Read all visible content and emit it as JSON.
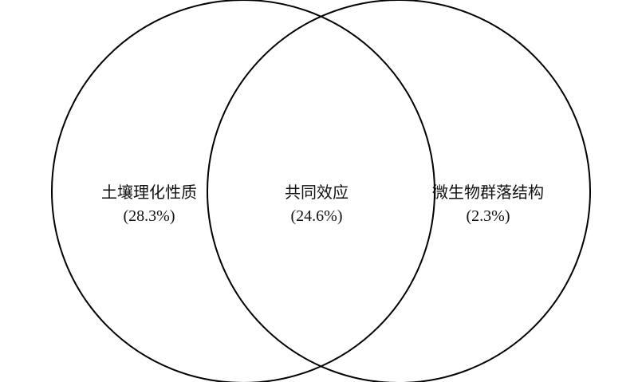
{
  "venn": {
    "sets": [
      {
        "name": "土壤理化性质",
        "value": "(28.3%)"
      },
      {
        "name": "微生物群落结构",
        "value": "(2.3%)"
      }
    ],
    "overlap": {
      "name": "共同效应",
      "value": "(24.6%)"
    },
    "colors": {
      "stroke": "#000000",
      "text": "#111111",
      "background": "#ffffff"
    }
  }
}
